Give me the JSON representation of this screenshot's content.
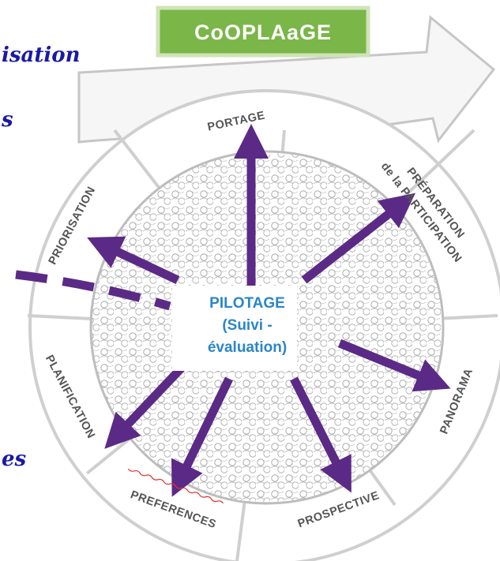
{
  "logo": {
    "text": "CoOPLAaGE",
    "background_color": "#7ab648"
  },
  "margin_notes": [
    "isation",
    "s",
    "es"
  ],
  "center": {
    "line1": "PILOTAGE",
    "line2": "(Suivi -",
    "line3": "évaluation)",
    "color": "#2b86c8"
  },
  "segments": {
    "portage": "PORTAGE",
    "preparation_line1": "PRÉPARATION",
    "preparation_line2": "de la PARTICIPATION",
    "panorama": "PANORAMA",
    "prospective": "PROSPECTIVE",
    "preferences": "PREFERENCES",
    "planification": "PLANIFICATION",
    "priorisation": "PRIORISATION"
  },
  "colors": {
    "arrow": "#5b2a86",
    "ring": "#cfcfcf",
    "ring_fill": "#ffffff",
    "spellcheck": "#e53030"
  }
}
